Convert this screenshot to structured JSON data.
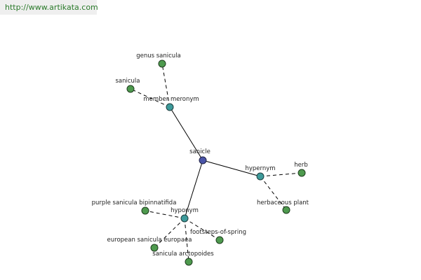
{
  "header": {
    "url": "http://www.artikata.com"
  },
  "graph": {
    "center": {
      "id": "sanicle",
      "label": "sanicle"
    },
    "relations": [
      {
        "id": "member-meronym",
        "label": "member meronym",
        "targets": [
          {
            "id": "genus-sanicula",
            "label": "genus sanicula"
          },
          {
            "id": "sanicula",
            "label": "sanicula"
          }
        ]
      },
      {
        "id": "hypernym",
        "label": "hypernym",
        "targets": [
          {
            "id": "herb",
            "label": "herb"
          },
          {
            "id": "herbaceous-plant",
            "label": "herbaceous plant"
          }
        ]
      },
      {
        "id": "hyponym",
        "label": "hyponym",
        "targets": [
          {
            "id": "purple-sanicula-bipinnatifida",
            "label": "purple sanicula bipinnatifida"
          },
          {
            "id": "footsteps-of-spring",
            "label": "footsteps-of-spring"
          },
          {
            "id": "european-sanicula-europaea",
            "label": "european sanicula europaea"
          },
          {
            "id": "sanicula-arctopoides",
            "label": "sanicula arctopoides"
          }
        ]
      }
    ]
  },
  "colors": {
    "center": "#4a54a8",
    "relation": "#3d9a9a",
    "leaf": "#4e9a4e",
    "url": "#2a7a2a"
  }
}
